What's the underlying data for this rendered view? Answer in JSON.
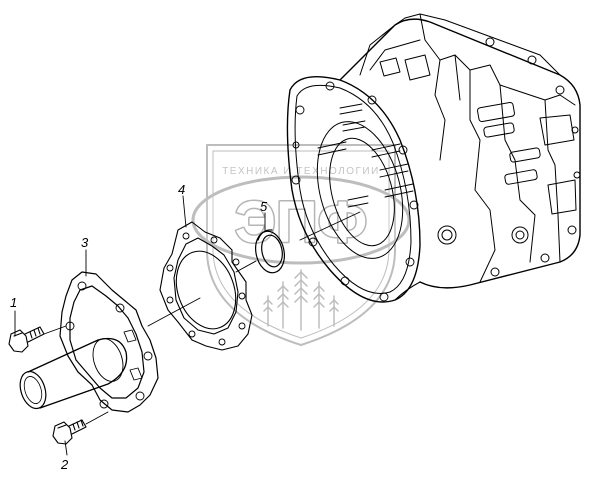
{
  "colors": {
    "line": "#000000",
    "watermark": "#b8b8b8",
    "background": "#ffffff"
  },
  "watermark": {
    "logo_text": "ЭПФ",
    "arc_text": "ТЕХНИКА И ТЕХНОЛОГИИ"
  },
  "callouts": [
    {
      "id": "1",
      "label": "1"
    },
    {
      "id": "2",
      "label": "2"
    },
    {
      "id": "3",
      "label": "3"
    },
    {
      "id": "4",
      "label": "4"
    },
    {
      "id": "5",
      "label": "5"
    }
  ]
}
